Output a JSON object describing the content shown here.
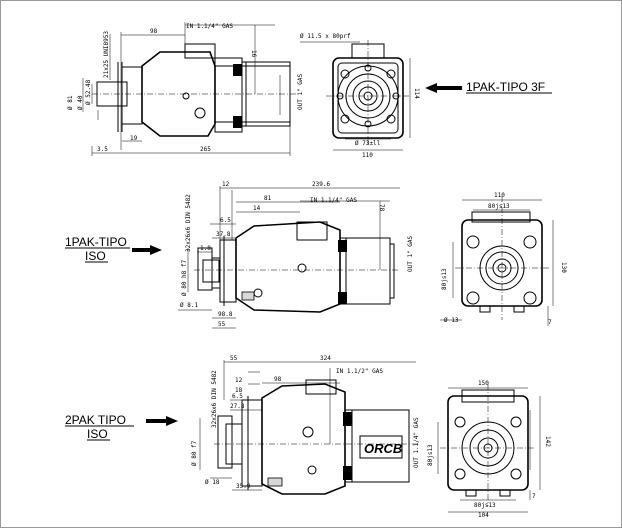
{
  "labels": {
    "label_3f": "1PAK-TIPO 3F",
    "label_iso1_l1": "1PAK-TIPO",
    "label_iso1_l2": "ISO",
    "label_iso2_l1": "2PAK TIPO",
    "label_iso2_l2": "ISO",
    "brand": "ORCB"
  },
  "dims_top": {
    "d98": "98",
    "inlet": "IN 1.1/4\" GAS",
    "d16": "16",
    "shaft": "21x25 UNI8953",
    "d81": "Ø 81",
    "d40": "Ø 40",
    "d52": "Ø 52.48",
    "d19": "19",
    "d35": "3.5",
    "d265": "265",
    "outlet": "OUT 1\" GAS",
    "holes": "Ø 11.5 x 80prf",
    "d114": "114",
    "d73": "Ø 73±ll",
    "d110": "110"
  },
  "dims_mid": {
    "d12": "12",
    "d2396": "239.6",
    "d81": "81",
    "inlet": "IN 1.1/4\" GAS",
    "d78": "78",
    "d14": "14",
    "d65": "6.5",
    "d378": "37.8",
    "shaft": "32x26x6 DIN 5482",
    "d80": "Ø 80 h8 f7",
    "d18": "1.8",
    "d81b": "Ø 8.1",
    "d988": "98.8",
    "d55": "55",
    "outlet": "OUT 1\" GAS",
    "d110": "110",
    "d80js": "80js13",
    "d80ja": "80js13",
    "d130": "130",
    "d13": "Ø 13",
    "d7": "7"
  },
  "dims_bot": {
    "d55": "55",
    "d324": "324",
    "inlet": "IN 1.1/2\" GAS",
    "d12": "12",
    "d18": "18",
    "d98": "98",
    "shaft": "32x26x6 DIN 5482",
    "d65": "6.5",
    "d278": "27.8",
    "d80": "Ø 80 f7",
    "d18b": "Ø 18",
    "d359": "35.9",
    "outlet": "OUT 1.1/4\" GAS",
    "d150": "150",
    "d80js": "80js13",
    "d142": "142",
    "d104": "104",
    "d80b": "80js13",
    "d7": "7"
  }
}
